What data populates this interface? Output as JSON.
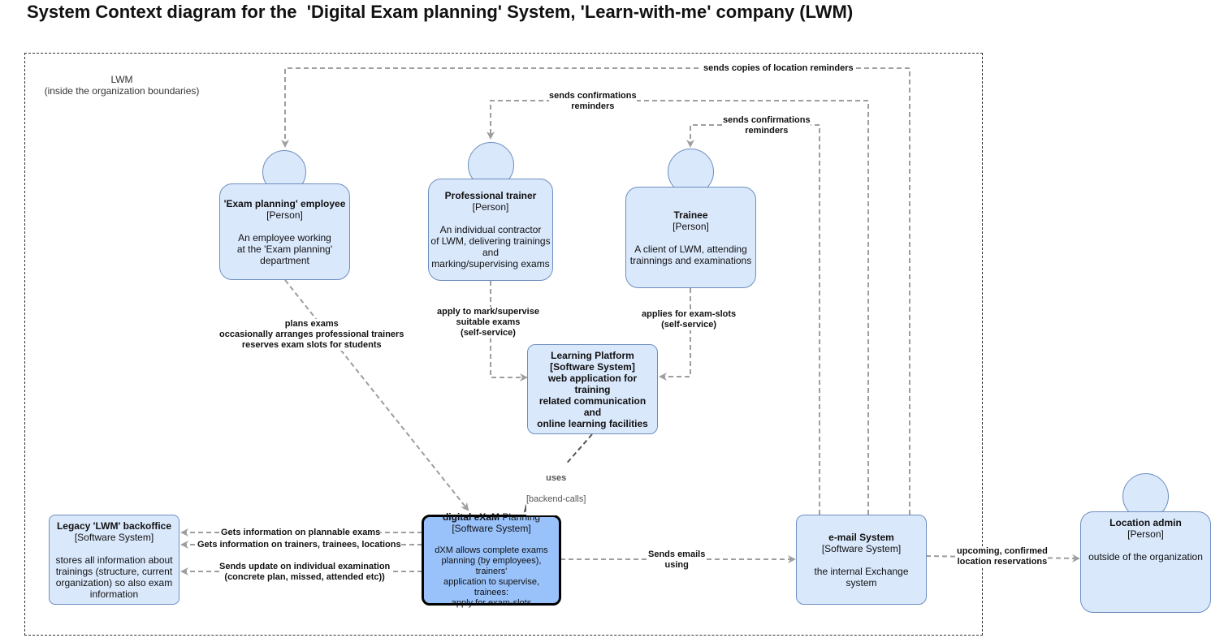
{
  "title": "System Context diagram for the  'Digital Exam planning' System, 'Learn-with-me' company (LWM)",
  "boundary": {
    "label_line1": "LWM",
    "label_line2": "(inside the organization boundaries)"
  },
  "nodes": {
    "exam_employee": {
      "name": "'Exam planning' employee",
      "type": "[Person]",
      "desc": "An employee working\nat the 'Exam planning'\ndepartment"
    },
    "trainer": {
      "name": "Professional trainer",
      "type": "[Person]",
      "desc": "An individual contractor\nof LWM, delivering trainings\nand\nmarking/supervising exams"
    },
    "trainee": {
      "name": "Trainee",
      "type": "[Person]",
      "desc": "A client of LWM, attending\ntrainnings and examinations"
    },
    "learning_platform": {
      "name": "Learning Platform",
      "type": "[Software System]",
      "desc": "web application for training\nrelated communication and\nonline learning facilities"
    },
    "legacy": {
      "name": "Legacy 'LWM' backoffice",
      "type": "[Software System]",
      "desc": "stores all information about\ntrainings (structure, current\norganization) so also exam\ninformation"
    },
    "dxm": {
      "name_part1": "digital e",
      "name_part2": "X",
      "name_part3": "a",
      "name_part4": "M",
      "name_part5": " Planning",
      "type": "[Software System]",
      "desc": "dXM allows complete exams\nplanning (by employees), trainers'\napplication to supervise, trainees:\napply for exam-slots"
    },
    "email": {
      "name": "e-mail System",
      "type": "[Software System]",
      "desc": "the internal Exchange system"
    },
    "location_admin": {
      "name": "Location admin",
      "type": "[Person]",
      "desc": "outside of the organization"
    }
  },
  "edges": {
    "copies_reminders": "sends copies of  location reminders",
    "trainer_confirm": "sends confirmations\nreminders",
    "trainee_confirm": "sends confirmations\nreminders",
    "plans_exams": "plans exams\noccasionally arranges professional trainers\nreserves exam slots for students",
    "apply_mark": "apply to mark/supervise\nsuitable exams\n(self-service)",
    "applies_slots": "applies for  exam-slots\n(self-service)",
    "uses": "uses",
    "uses_tech": "[backend-calls]",
    "gets_plannable": "Gets information on plannable exams",
    "gets_trainers": "Gets information on trainers, trainees, locations",
    "sends_update": "Sends update on individual examination\n(concrete plan, missed, attended etc))",
    "sends_emails": "Sends emails\nusing",
    "upcoming": "upcoming, confirmed\nlocation reservations"
  }
}
